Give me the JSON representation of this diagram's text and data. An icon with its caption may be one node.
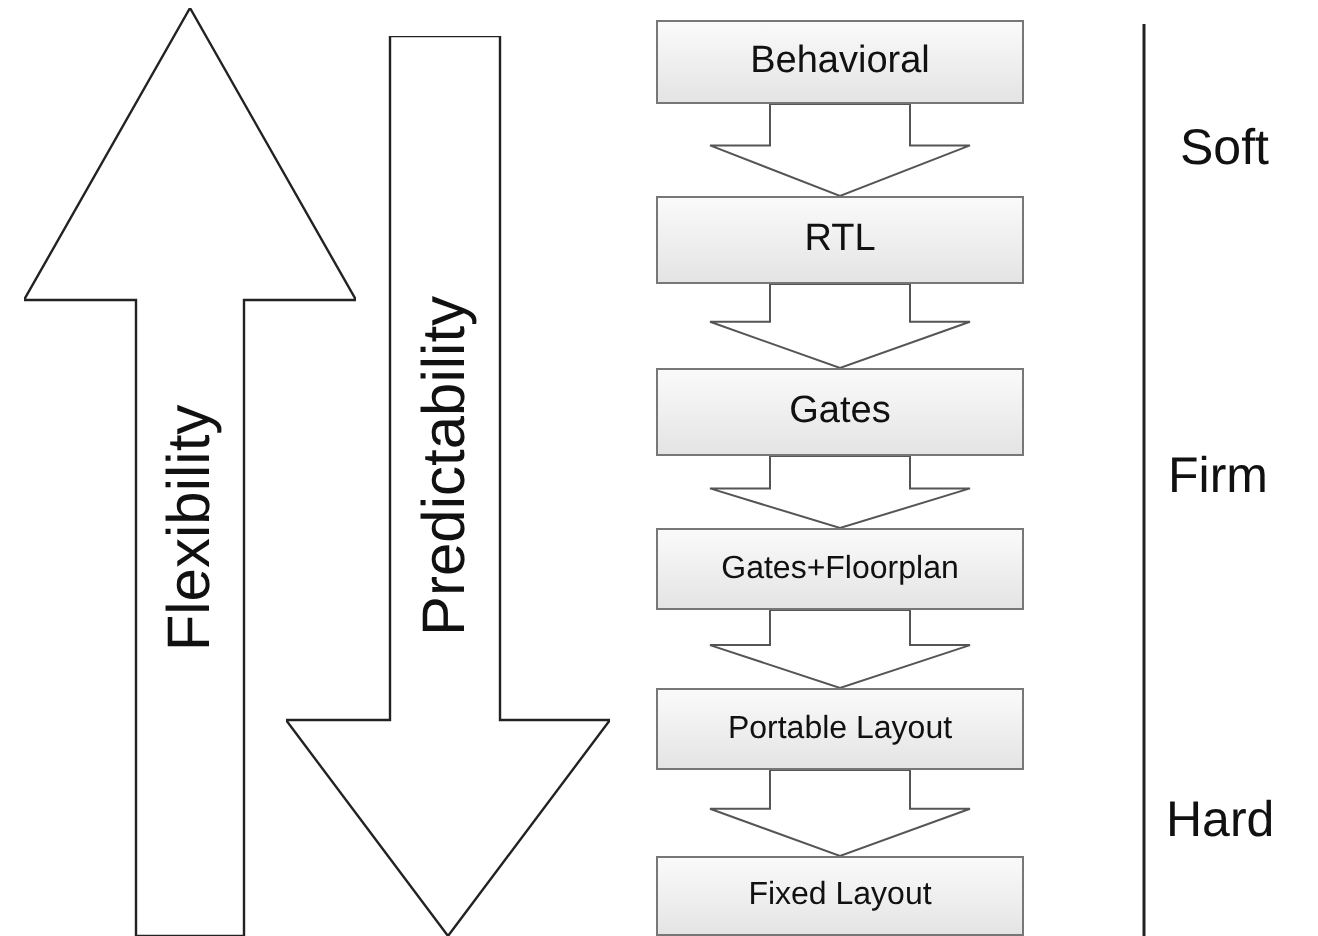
{
  "diagram": {
    "nodes": [
      {
        "text": [
          "Flexibility"
        ]
      },
      {
        "text": [
          "Predictability"
        ]
      },
      {
        "text": [
          "Behavioral"
        ]
      },
      {
        "text": [
          "RTL"
        ]
      },
      {
        "text": [
          "Gates"
        ]
      },
      {
        "text": [
          "Gates+Floorplan"
        ]
      },
      {
        "text": [
          "Portable Layout"
        ]
      },
      {
        "text": [
          "Fixed Layout"
        ]
      }
    ],
    "edges": [
      {
        "from": 2,
        "to": 3,
        "arrow": "to"
      },
      {
        "from": 3,
        "to": 4,
        "arrow": "to"
      },
      {
        "from": 4,
        "to": 5,
        "arrow": "to"
      },
      {
        "from": 5,
        "to": 6,
        "arrow": "to"
      },
      {
        "from": 6,
        "to": 7,
        "arrow": "to"
      }
    ],
    "labels": [
      "Soft",
      "Firm",
      "Hard"
    ]
  }
}
